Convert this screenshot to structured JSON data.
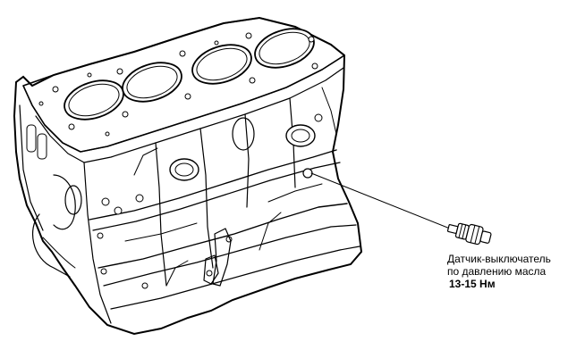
{
  "diagram": {
    "colors": {
      "ink": "#000000",
      "background": "#ffffff"
    },
    "callout": {
      "line1": "Датчик-выключатель",
      "line2": "по давлению масла",
      "torque": "13-15 Нм"
    }
  }
}
